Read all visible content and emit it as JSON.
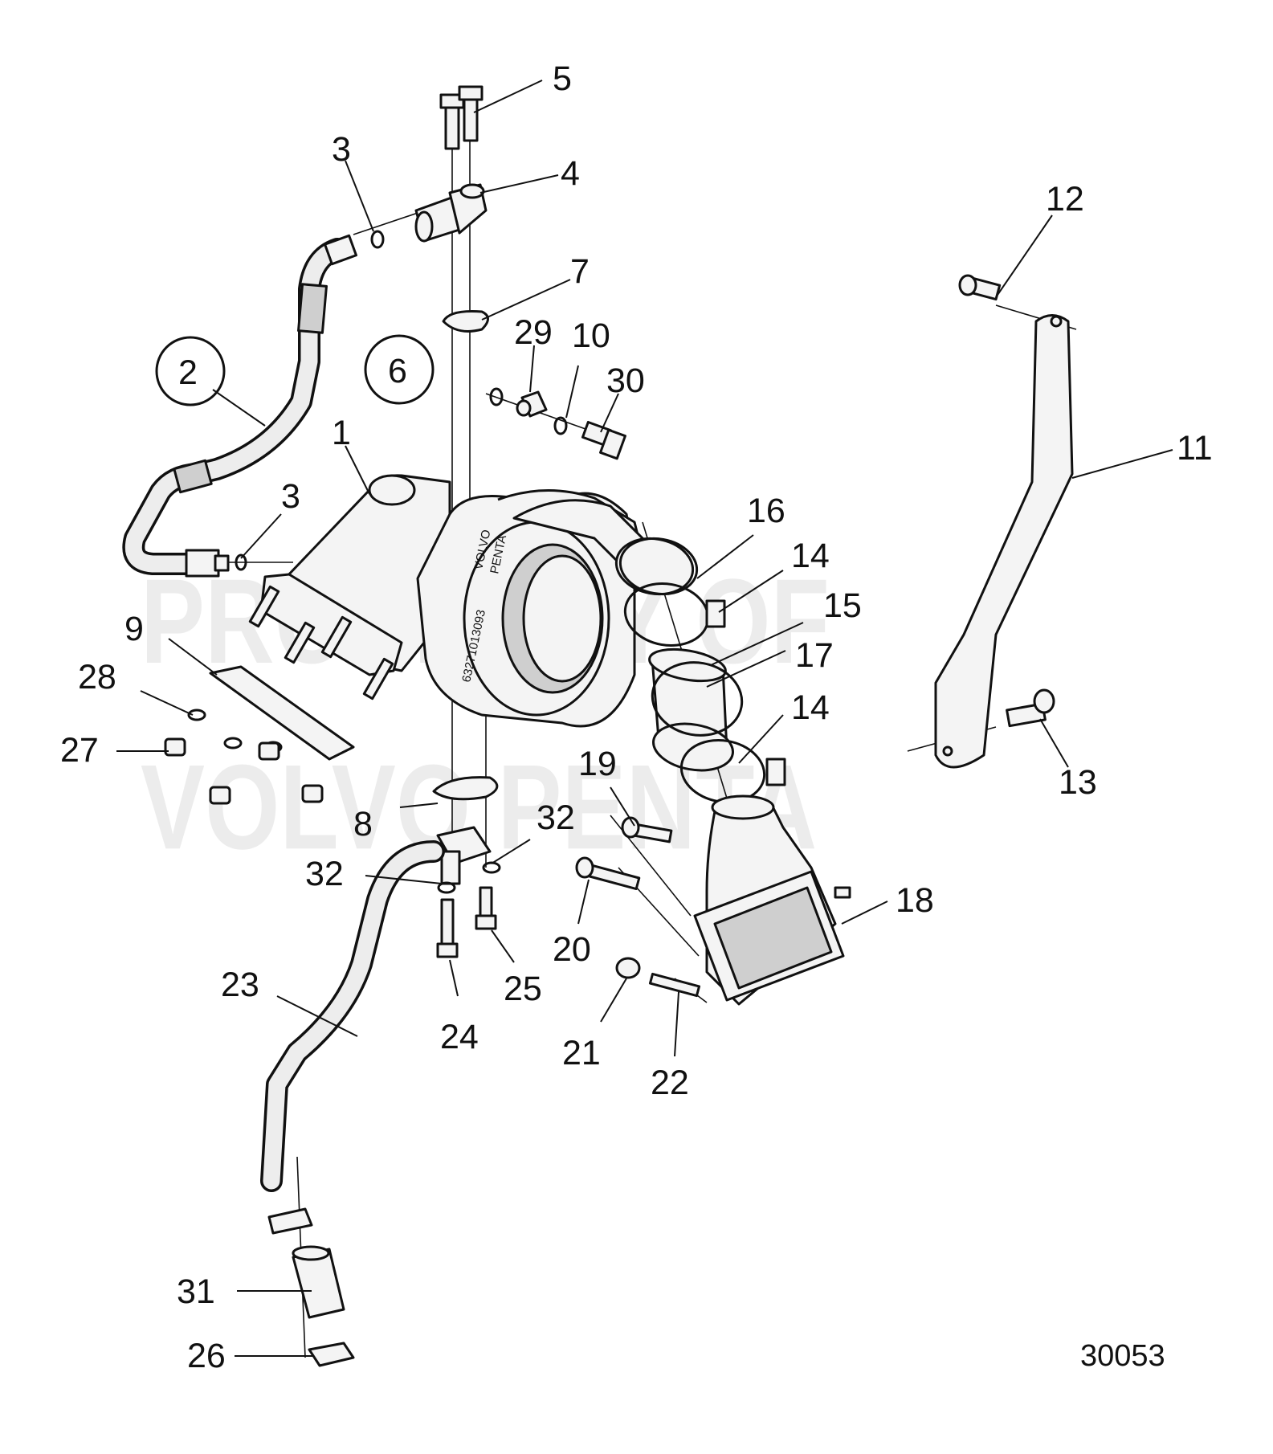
{
  "diagram": {
    "labels": {
      "p1": "1",
      "p2": "2",
      "p3a": "3",
      "p3b": "3",
      "p4": "4",
      "p5": "5",
      "p6": "6",
      "p7": "7",
      "p8": "8",
      "p9": "9",
      "p10": "10",
      "p11": "11",
      "p12": "12",
      "p13": "13",
      "p14a": "14",
      "p14b": "14",
      "p15": "15",
      "p16": "16",
      "p17": "17",
      "p18": "18",
      "p19": "19",
      "p20": "20",
      "p21": "21",
      "p22": "22",
      "p23": "23",
      "p24": "24",
      "p25": "25",
      "p26": "26",
      "p27": "27",
      "p28": "28",
      "p29": "29",
      "p30": "30",
      "p31": "31",
      "p32a": "32",
      "p32b": "32"
    },
    "doc_number": "30053",
    "watermark": [
      "PROPERTY OF",
      "VOLVO PENTA"
    ],
    "housing_markings": [
      "VOLVO",
      "PENTA",
      "63271013093"
    ]
  }
}
